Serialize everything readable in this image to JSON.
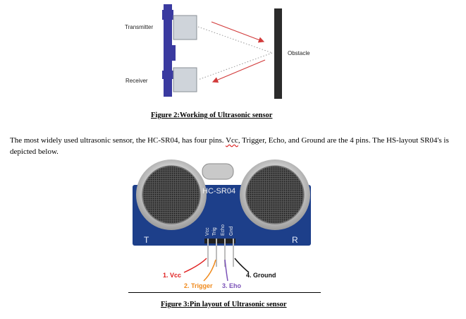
{
  "figure2": {
    "transmitter_label": "Transmitter",
    "receiver_label": "Receiver",
    "obstacle_label": "Obstacle",
    "caption": "Figure 2:Working of Ultrasonic sensor"
  },
  "paragraph": {
    "before": "The most widely used ultrasonic sensor, the HC-SR04, has four pins. ",
    "vcc": "Vcc",
    "after": ", Trigger, Echo, and Ground are the 4 pins. The HS-layout SR04's is depicted below."
  },
  "figure3": {
    "module_label": "HC-SR04",
    "silk_corner_left": "T",
    "silk_corner_right": "R",
    "pins_silk": [
      "Vcc",
      "Trig",
      "Echo",
      "Gnd"
    ],
    "pin_labels": [
      {
        "text": "1. Vcc",
        "color": "#e02020"
      },
      {
        "text": "2. Trigger",
        "color": "#f08a1c"
      },
      {
        "text": "3. Eho",
        "color": "#7b52b8"
      },
      {
        "text": "4. Ground",
        "color": "#111111"
      }
    ],
    "caption": "Figure 3:Pin layout of Ultrasonic sensor"
  },
  "colors": {
    "sensor_blue": "#3a3aa0",
    "pcb_blue": "#1d3f8a",
    "arrow_red": "#d23b3b"
  }
}
